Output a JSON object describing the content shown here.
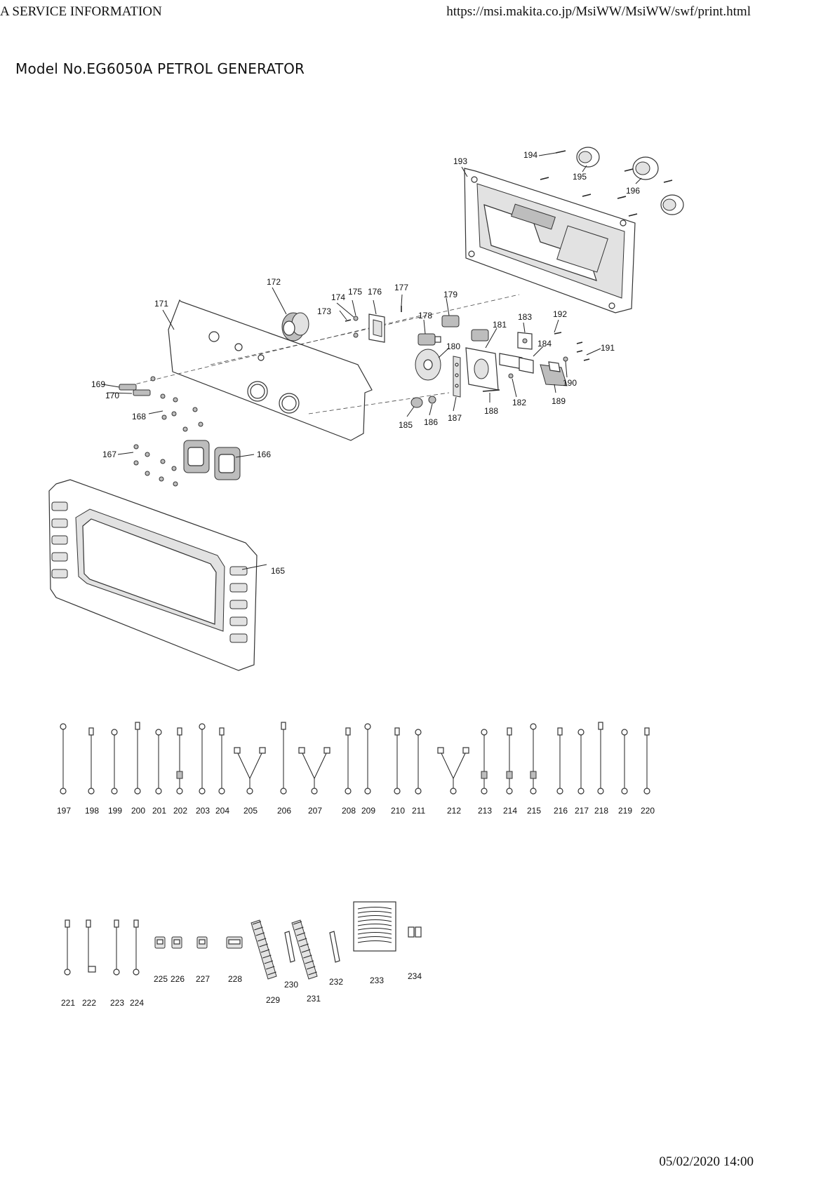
{
  "header": {
    "left_text": "A SERVICE INFORMATION",
    "right_url": "https://msi.makita.co.jp/MsiWW/MsiWW/swf/print.html"
  },
  "title": "Model No.EG6050A PETROL GENERATOR",
  "footer": {
    "datetime": "05/02/2020 14:00"
  },
  "callouts": {
    "c165": "165",
    "c166": "166",
    "c167": "167",
    "c168": "168",
    "c169": "169",
    "c170": "170",
    "c171": "171",
    "c172": "172",
    "c173": "173",
    "c174": "174",
    "c175": "175",
    "c176": "176",
    "c177": "177",
    "c178": "178",
    "c179": "179",
    "c180": "180",
    "c181": "181",
    "c182": "182",
    "c183": "183",
    "c184": "184",
    "c185": "185",
    "c186": "186",
    "c187": "187",
    "c188": "188",
    "c189": "189",
    "c190": "190",
    "c191": "191",
    "c192": "192",
    "c193": "193",
    "c194": "194",
    "c195": "195",
    "c196": "196"
  },
  "wire_row1": [
    "197",
    "198",
    "199",
    "200",
    "201",
    "202",
    "203",
    "204",
    "205",
    "206",
    "207",
    "208",
    "209",
    "210",
    "211",
    "212",
    "213",
    "214",
    "215",
    "216",
    "217",
    "218",
    "219",
    "220"
  ],
  "wire_row2": [
    "221",
    "222",
    "223",
    "224",
    "225",
    "226",
    "227",
    "228",
    "229",
    "230",
    "231",
    "232",
    "233",
    "234"
  ]
}
